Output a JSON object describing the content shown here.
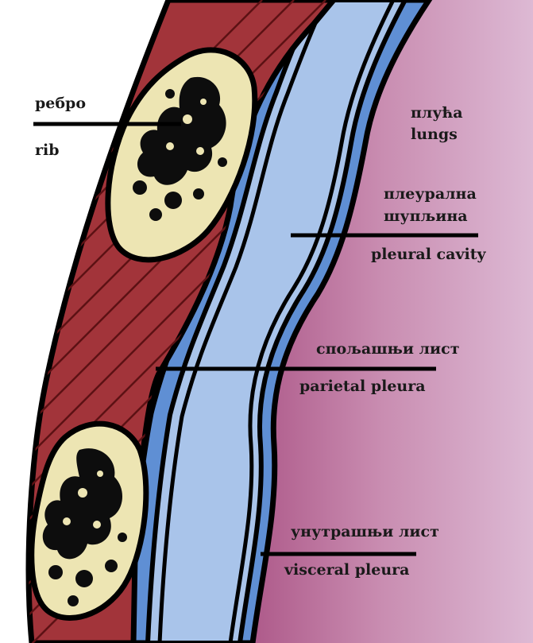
{
  "labels": {
    "rib_sr": "ребро",
    "rib_en": "rib",
    "lungs_sr": "плућа",
    "lungs_en": "lungs",
    "cavity_sr_1": "плеурална",
    "cavity_sr_2": "шупљина",
    "cavity_en": "pleural cavity",
    "parietal_sr": "спољашњи лист",
    "parietal_en": "parietal pleura",
    "visceral_sr": "унутрашњи лист",
    "visceral_en": "visceral pleura"
  },
  "colors": {
    "muscle": "#a2343a",
    "muscle_stripe": "#5c1114",
    "bone": "#ede5b3",
    "marrow": "#0d0d0d",
    "pleura_layer": "#5f8fd4",
    "pleural_cavity": "#a9c4ea",
    "lung_left": "#a3457a",
    "lung_right": "#ddb9d4",
    "outline": "#000000",
    "text": "#1a1a1a"
  }
}
